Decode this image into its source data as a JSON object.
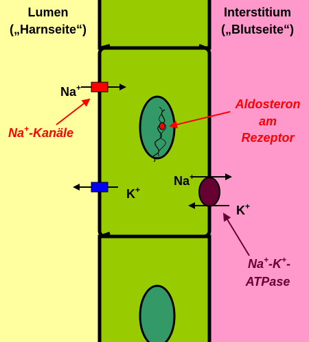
{
  "regions": {
    "lumen": {
      "title": "Lumen",
      "subtitle": "(„Harnseite“)",
      "color": "#ffff9f"
    },
    "interstitium": {
      "title": "Interstitium",
      "subtitle": "(„Blutseite“)",
      "color": "#ff99cc"
    },
    "cell_color": "#99cc00",
    "nucleus_color": "#339966"
  },
  "labels": {
    "na_channel_ion": {
      "base": "Na",
      "sup": "+"
    },
    "na_channel_name": {
      "base": "Na",
      "sup": "+",
      "rest": "-Kanäle"
    },
    "aldosterone_line1": "Aldosteron",
    "aldosterone_line2": "am",
    "aldosterone_line3": "Rezeptor",
    "k_channel_ion": {
      "base": "K",
      "sup": "+"
    },
    "pump_na": {
      "base": "Na",
      "sup": "+"
    },
    "pump_k": {
      "base": "K",
      "sup": "+"
    },
    "atpase_line1": {
      "a": "Na",
      "a_sup": "+",
      "b": "-K",
      "b_sup": "+",
      "c": "-"
    },
    "atpase_line2": "ATPase"
  },
  "colors": {
    "na_channel": "#ff0000",
    "k_channel": "#0000ff",
    "pump": "#660033",
    "red_text": "#ff0000",
    "pump_text": "#660033"
  }
}
